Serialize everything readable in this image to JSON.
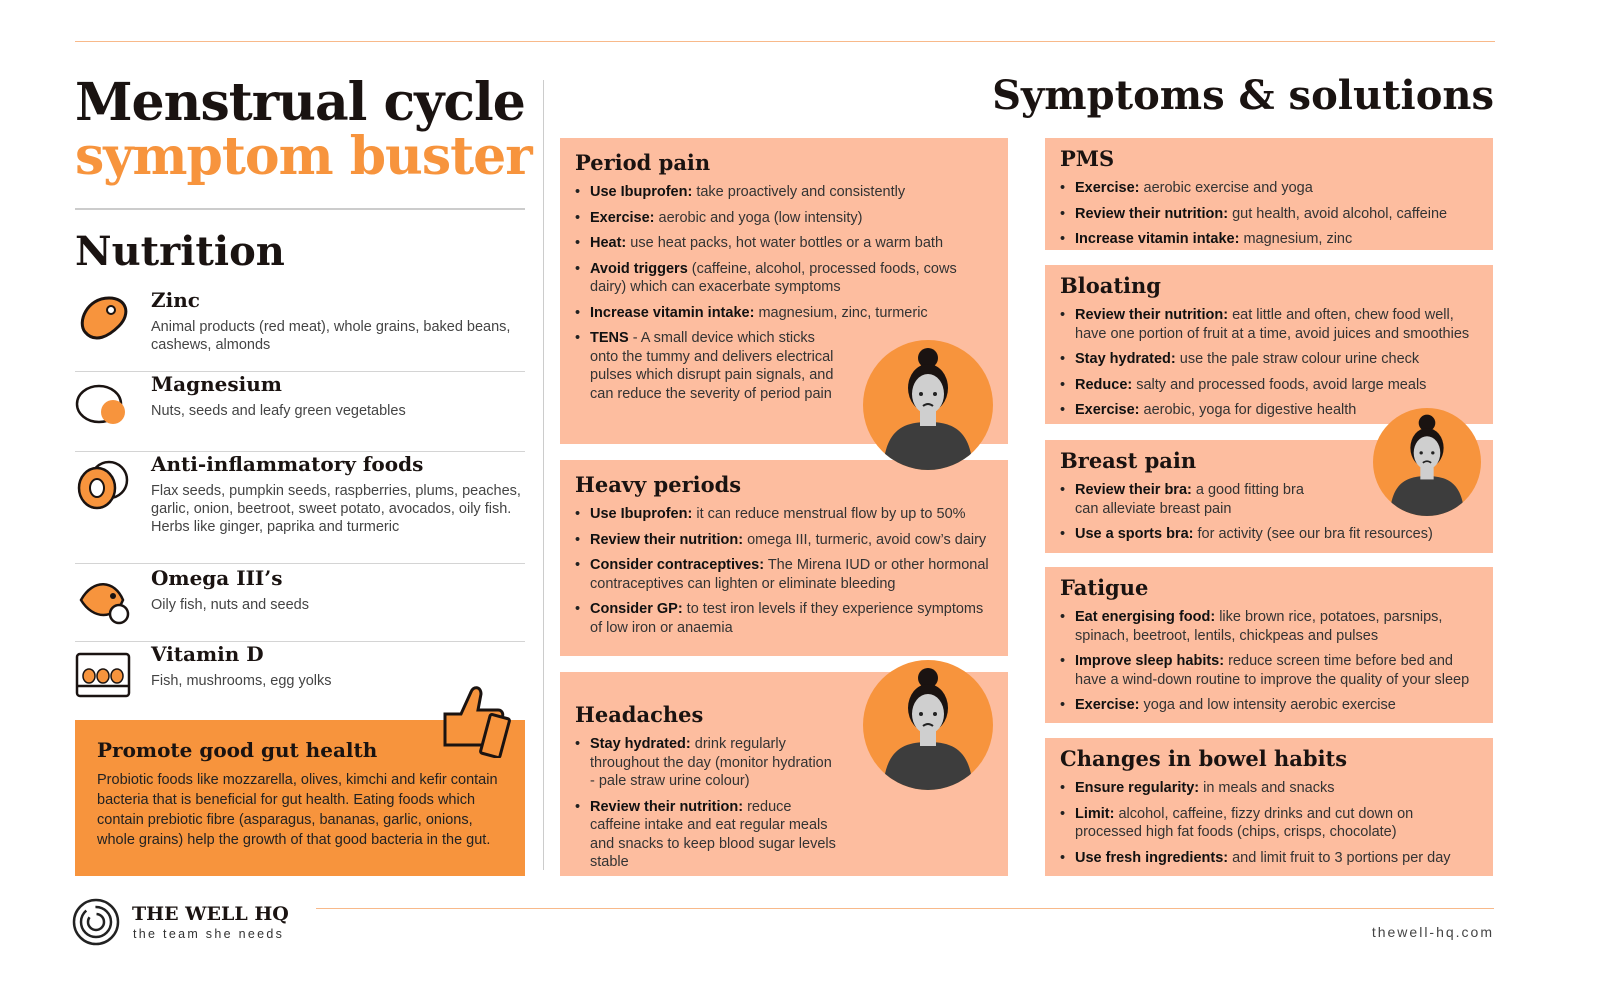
{
  "title": {
    "line1": "Menstrual cycle",
    "line2": "symptom buster"
  },
  "nutrition": {
    "heading": "Nutrition",
    "items": [
      {
        "icon": "steak-icon",
        "name": "Zinc",
        "desc": "Animal products (red meat), whole grains, baked beans, cashews, almonds"
      },
      {
        "icon": "walnut-icon",
        "name": "Magnesium",
        "desc": "Nuts, seeds and leafy green vegetables"
      },
      {
        "icon": "peach-icon",
        "name": "Anti-inflammatory foods",
        "desc": "Flax seeds, pumpkin seeds, raspberries, plums, peaches, garlic, onion, beetroot, sweet potato, avocados, oily fish. Herbs like ginger, paprika and turmeric"
      },
      {
        "icon": "fish-icon",
        "name": "Omega III’s",
        "desc": "Oily fish, nuts and seeds"
      },
      {
        "icon": "egg-carton-icon",
        "name": "Vitamin D",
        "desc": "Fish, mushrooms, egg yolks"
      }
    ],
    "gut": {
      "title": "Promote good gut health",
      "text": "Probiotic foods like mozzarella, olives, kimchi and kefir contain bacteria that is beneficial for gut health. Eating foods which contain prebiotic fibre (asparagus, bananas, garlic, onions, whole grains) help the growth of that good bacteria in the gut."
    }
  },
  "symptoms": {
    "heading": "Symptoms & solutions",
    "panels": [
      {
        "title": "Period pain",
        "items": [
          [
            "Use Ibuprofen:",
            " take proactively and consistently"
          ],
          [
            "Exercise:",
            " aerobic and yoga (low intensity)"
          ],
          [
            "Heat:",
            " use heat packs, hot water bottles or a warm bath"
          ],
          [
            "Avoid triggers",
            " (caffeine, alcohol, processed foods, cows dairy) which can exacerbate symptoms"
          ],
          [
            "Increase vitamin intake:",
            " magnesium, zinc, turmeric"
          ],
          [
            "TENS",
            " - A small device which sticks onto the tummy and delivers electrical pulses which disrupt pain signals, and can reduce the severity of period pain"
          ]
        ]
      },
      {
        "title": "Heavy periods",
        "items": [
          [
            "Use Ibuprofen:",
            " it can reduce menstrual flow by up to 50%"
          ],
          [
            "Review their nutrition:",
            " omega III, turmeric, avoid cow’s dairy"
          ],
          [
            "Consider contraceptives:",
            " The Mirena IUD or other hormonal contraceptives can lighten or eliminate bleeding"
          ],
          [
            "Consider GP:",
            " to test iron levels if they experience symptoms of low iron or anaemia"
          ]
        ]
      },
      {
        "title": "Headaches",
        "items": [
          [
            "Stay hydrated:",
            " drink regularly throughout the day (monitor hydration - pale straw urine colour)"
          ],
          [
            "Review their nutrition:",
            " reduce caffeine intake and eat regular meals and snacks to keep blood sugar levels stable"
          ]
        ]
      },
      {
        "title": "PMS",
        "items": [
          [
            "Exercise:",
            " aerobic exercise and yoga"
          ],
          [
            "Review their nutrition:",
            " gut health, avoid alcohol, caffeine"
          ],
          [
            "Increase vitamin intake:",
            " magnesium, zinc"
          ]
        ]
      },
      {
        "title": "Bloating",
        "items": [
          [
            "Review their nutrition:",
            " eat little and often, chew food well, have one portion of fruit at a time, avoid juices and smoothies"
          ],
          [
            "Stay hydrated:",
            " use the pale straw colour urine check"
          ],
          [
            "Reduce:",
            " salty and processed foods, avoid large meals"
          ],
          [
            "Exercise:",
            " aerobic, yoga for digestive health"
          ]
        ]
      },
      {
        "title": "Breast pain",
        "items": [
          [
            "Review their bra:",
            " a good fitting bra can alleviate breast pain"
          ],
          [
            "Use a sports bra:",
            " for activity (see our bra fit resources)"
          ]
        ]
      },
      {
        "title": "Fatigue",
        "items": [
          [
            "Eat energising food:",
            " like brown rice, potatoes, parsnips, spinach, beetroot, lentils, chickpeas and pulses"
          ],
          [
            "Improve sleep habits:",
            " reduce screen time before bed and have a wind-down routine to improve the quality of your sleep"
          ],
          [
            "Exercise:",
            " yoga and low intensity aerobic exercise"
          ]
        ]
      },
      {
        "title": "Changes in bowel habits",
        "items": [
          [
            "Ensure regularity:",
            " in meals and snacks"
          ],
          [
            "Limit:",
            " alcohol, caffeine, fizzy drinks and cut down on processed high fat foods (chips, crisps, chocolate)"
          ],
          [
            "Use fresh ingredients:",
            " and limit fruit to 3 portions per day"
          ]
        ]
      }
    ]
  },
  "footer": {
    "brand": "THE WELL HQ",
    "tagline": "the team she needs",
    "url": "thewell-hq.com"
  },
  "colors": {
    "orange": "#f7943d",
    "peach": "#fdbd9f"
  }
}
